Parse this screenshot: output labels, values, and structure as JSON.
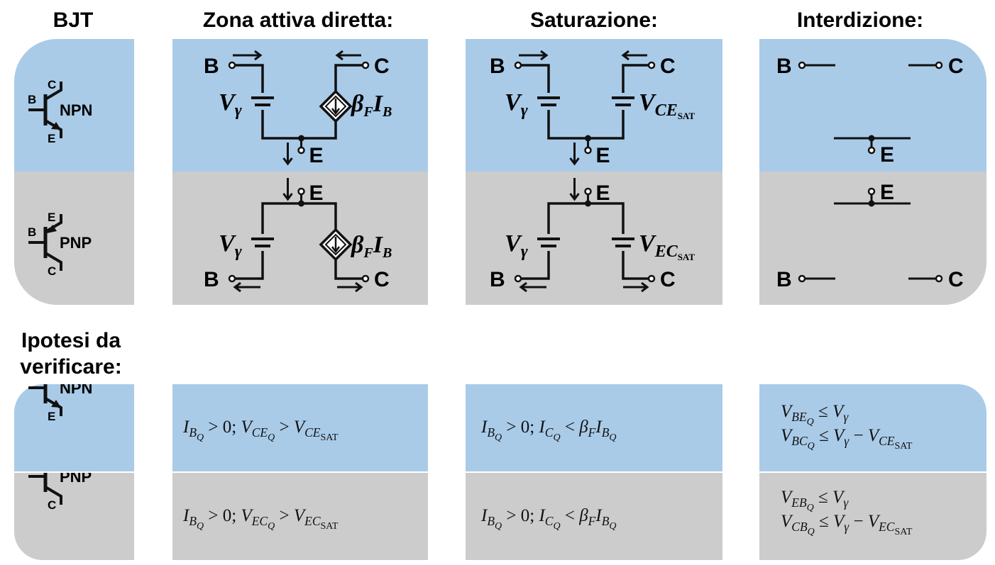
{
  "headers": {
    "bjt": "BJT",
    "active": "Zona attiva diretta:",
    "saturation": "Saturazione:",
    "cutoff": "Interdizione:"
  },
  "hypotheses_title": [
    "Ipotesi da",
    "verificare:"
  ],
  "colors": {
    "npn_row": "#a9cbe8",
    "pnp_row": "#cccccc"
  },
  "terminals": {
    "B": "B",
    "C": "C",
    "E": "E"
  },
  "transistors": {
    "npn": "NPN",
    "pnp": "PNP"
  },
  "labels": {
    "vgamma_base": "V",
    "vgamma_sub": "γ",
    "beta": "β",
    "beta_sub": "F",
    "ib": "I",
    "ib_sub": "B",
    "vsat_base": "V",
    "vce_sub": "CE",
    "vec_sub": "EC",
    "sat_sub": "SAT"
  },
  "conditions": {
    "active_npn": [
      [
        {
          "b": "I",
          "s": "B",
          "ss": "Q"
        },
        {
          "op": " > 0; "
        },
        {
          "b": "V",
          "s": "CE",
          "ss": "Q"
        },
        {
          "op": " > "
        },
        {
          "b": "V",
          "s": "CE",
          "ss": "SAT"
        }
      ]
    ],
    "active_pnp": [
      [
        {
          "b": "I",
          "s": "B",
          "ss": "Q"
        },
        {
          "op": " > 0; "
        },
        {
          "b": "V",
          "s": "EC",
          "ss": "Q"
        },
        {
          "op": " > "
        },
        {
          "b": "V",
          "s": "EC",
          "ss": "SAT"
        }
      ]
    ],
    "sat_npn": [
      [
        {
          "b": "I",
          "s": "B",
          "ss": "Q"
        },
        {
          "op": " > 0; "
        },
        {
          "b": "I",
          "s": "C",
          "ss": "Q"
        },
        {
          "op": " < "
        },
        {
          "b": "β",
          "s": "F"
        },
        {
          "b": "I",
          "s": "B",
          "ss": "Q"
        }
      ]
    ],
    "sat_pnp": [
      [
        {
          "b": "I",
          "s": "B",
          "ss": "Q"
        },
        {
          "op": " > 0; "
        },
        {
          "b": "I",
          "s": "C",
          "ss": "Q"
        },
        {
          "op": " < "
        },
        {
          "b": "β",
          "s": "F"
        },
        {
          "b": "I",
          "s": "B",
          "ss": "Q"
        }
      ]
    ],
    "cut_npn": [
      [
        {
          "b": "V",
          "s": "BE",
          "ss": "Q"
        },
        {
          "op": " ≤ "
        },
        {
          "b": "V",
          "s": "γ"
        }
      ],
      [
        {
          "b": "V",
          "s": "BC",
          "ss": "Q"
        },
        {
          "op": " ≤ "
        },
        {
          "b": "V",
          "s": "γ"
        },
        {
          "op": " − "
        },
        {
          "b": "V",
          "s": "CE",
          "ss": "SAT"
        }
      ]
    ],
    "cut_pnp": [
      [
        {
          "b": "V",
          "s": "EB",
          "ss": "Q"
        },
        {
          "op": " ≤ "
        },
        {
          "b": "V",
          "s": "γ"
        }
      ],
      [
        {
          "b": "V",
          "s": "CB",
          "ss": "Q"
        },
        {
          "op": " ≤ "
        },
        {
          "b": "V",
          "s": "γ"
        },
        {
          "op": " − "
        },
        {
          "b": "V",
          "s": "EC",
          "ss": "SAT"
        }
      ]
    ]
  }
}
